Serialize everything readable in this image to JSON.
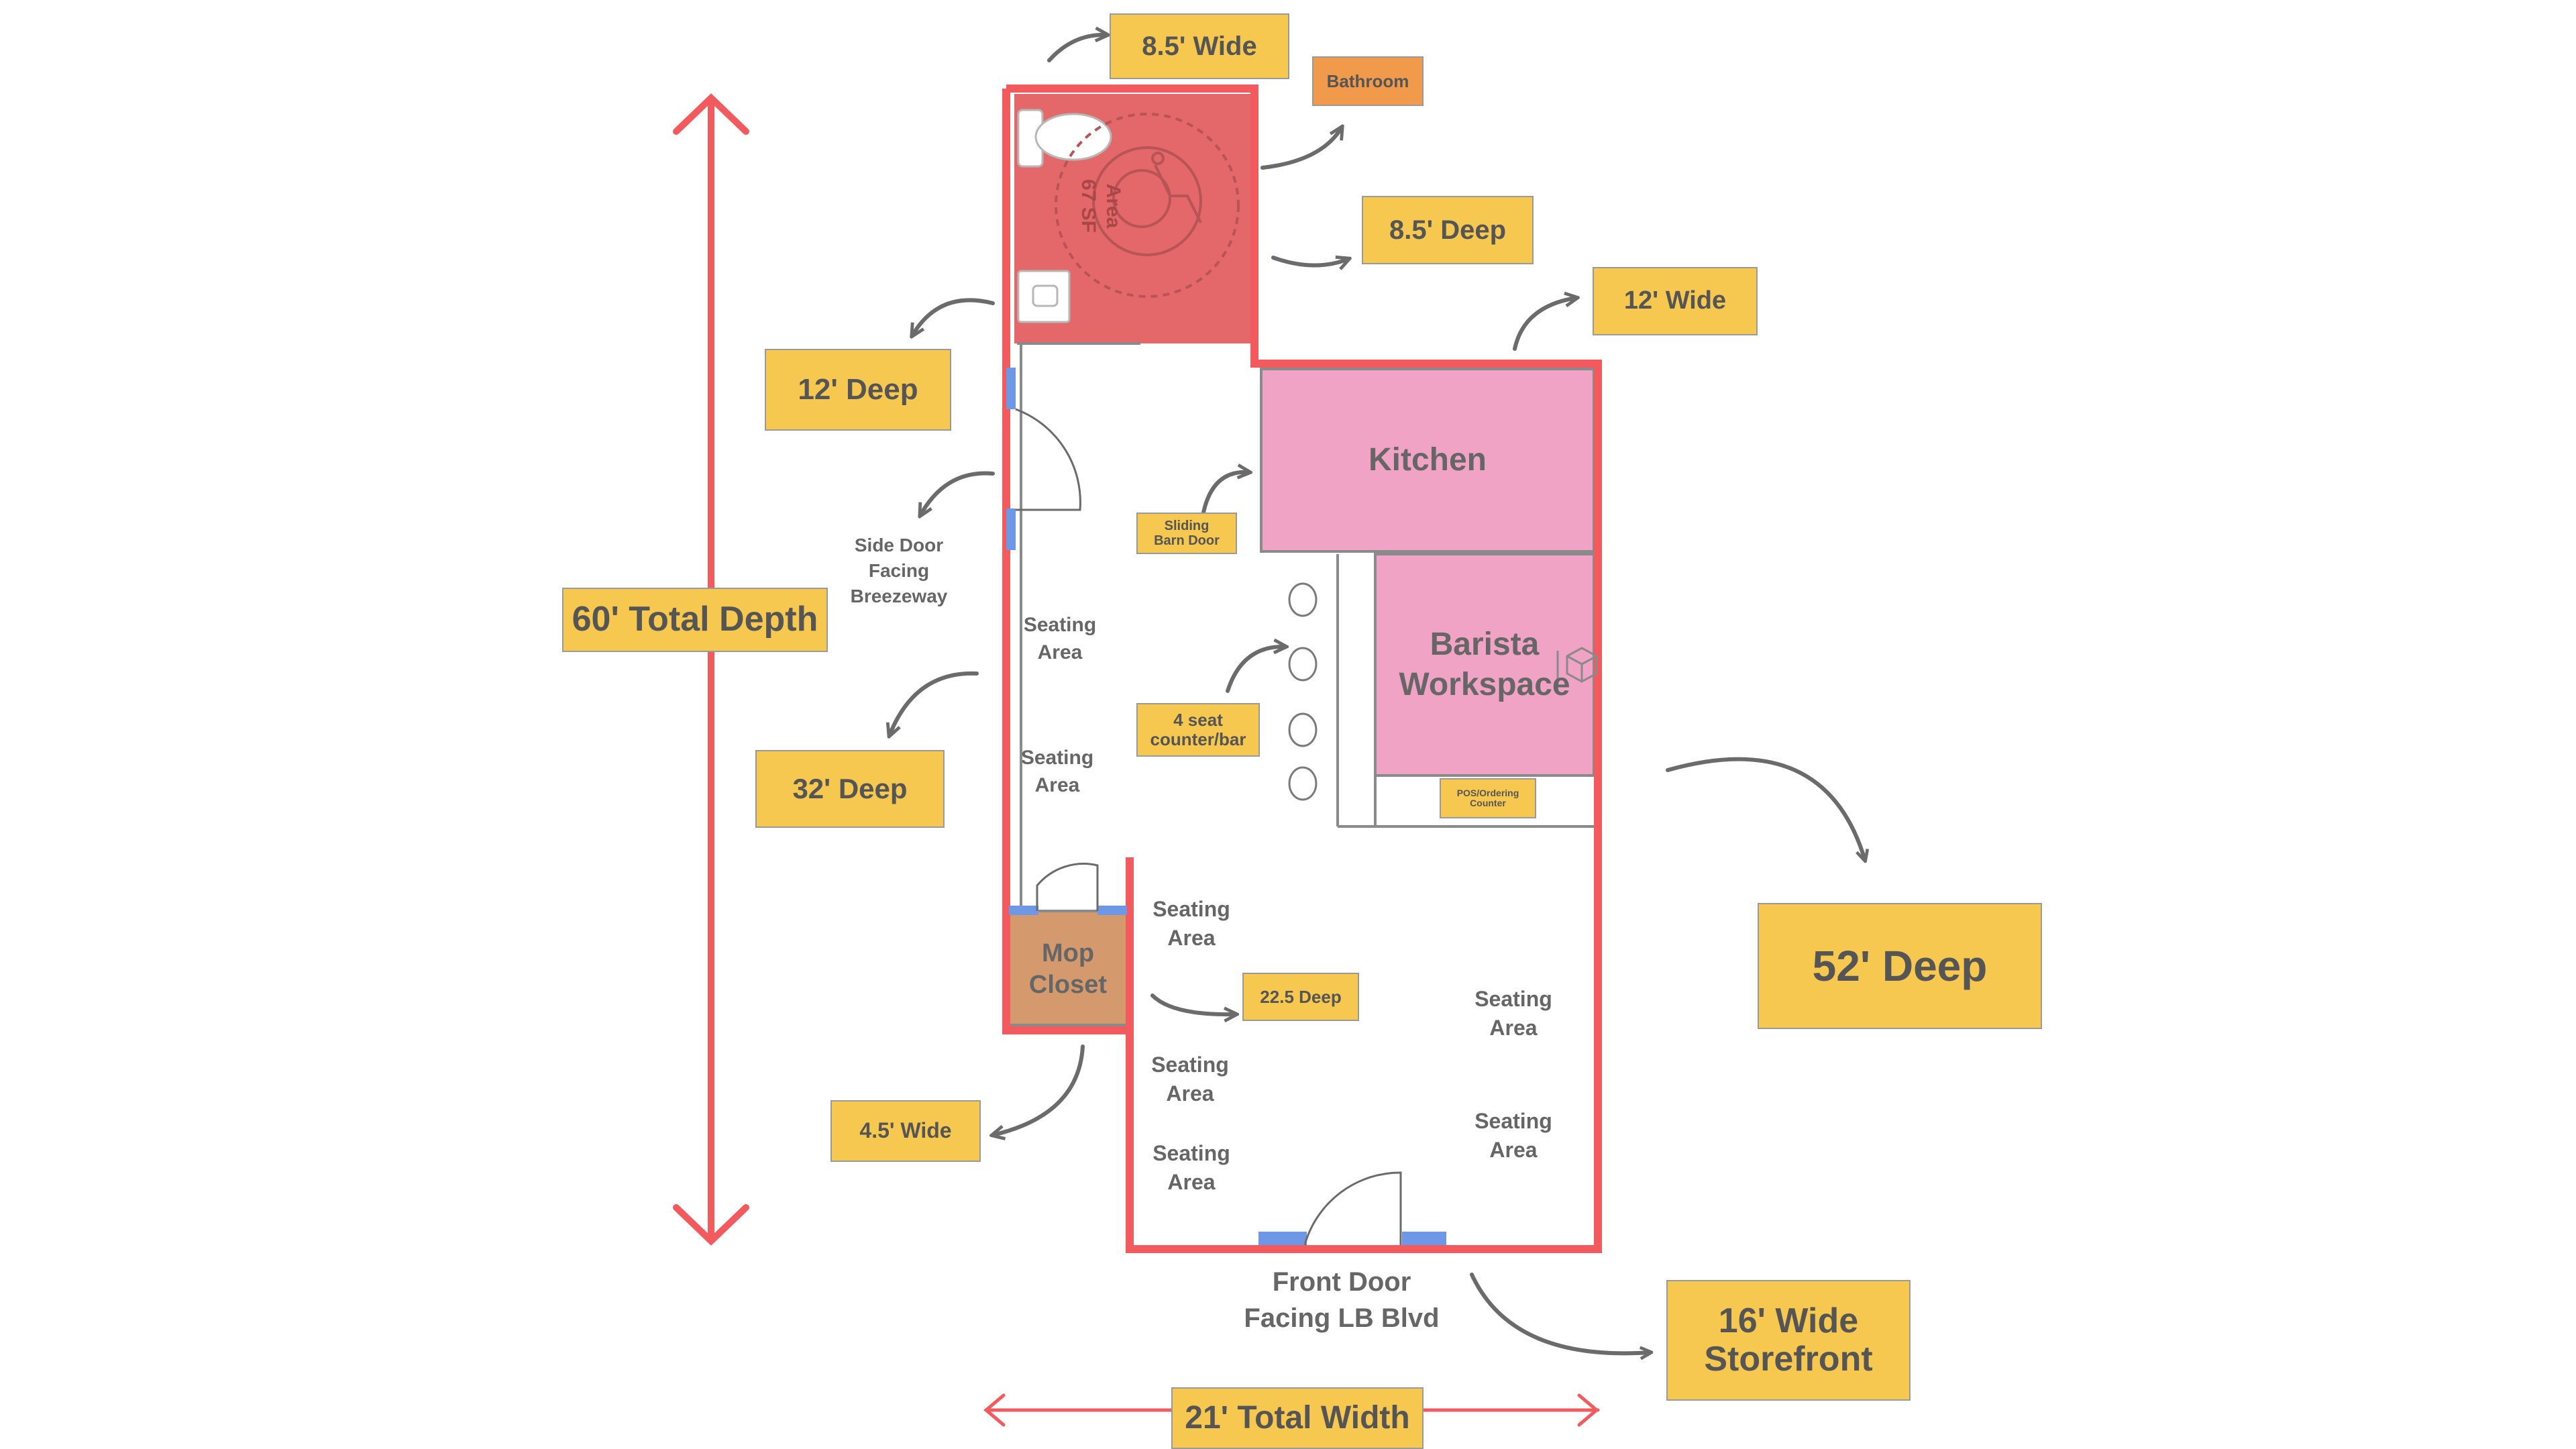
{
  "colors": {
    "wall": "#f25a5e",
    "bathroom": "#e4686a",
    "kitchen": "#f0a3c4",
    "closet": "#d49a6d",
    "label": "#f7c850",
    "label_orange": "#f19a4c",
    "door_jamb": "#6e98e6",
    "text": "#666666"
  },
  "icons": [
    "toilet-icon",
    "sink-icon",
    "wheelchair-accessibility-icon",
    "stool-icon",
    "pos-terminal-icon"
  ],
  "labels": {
    "bathroom_width": "8.5' Wide",
    "bathroom_tag": "Bathroom",
    "bathroom_depth": "8.5' Deep",
    "kitchen_width": "12' Wide",
    "left_depth_upper": "12' Deep",
    "side_door": "Side Door\nFacing\nBreezeway",
    "sliding_door": "Sliding\nBarn Door",
    "total_depth": "60' Total Depth",
    "counter_bar": "4 seat\ncounter/bar",
    "left_depth_middle": "32' Deep",
    "right_depth": "52' Deep",
    "mid_depth": "22.5 Deep",
    "closet_width": "4.5' Wide",
    "front_door": "Front Door\nFacing LB Blvd",
    "storefront": "16' Wide\nStorefront",
    "total_width": "21' Total Width",
    "pos_counter": "POS/Ordering\nCounter"
  },
  "rooms": {
    "kitchen": "Kitchen",
    "barista": "Barista\nWorkspace",
    "closet": "Mop\nCloset",
    "bath_area": "Area\n67 SF"
  },
  "seating": [
    "Seating\nArea",
    "Seating\nArea",
    "Seating\nArea",
    "Seating\nArea",
    "Seating\nArea",
    "Seating\nArea",
    "Seating\nArea"
  ]
}
